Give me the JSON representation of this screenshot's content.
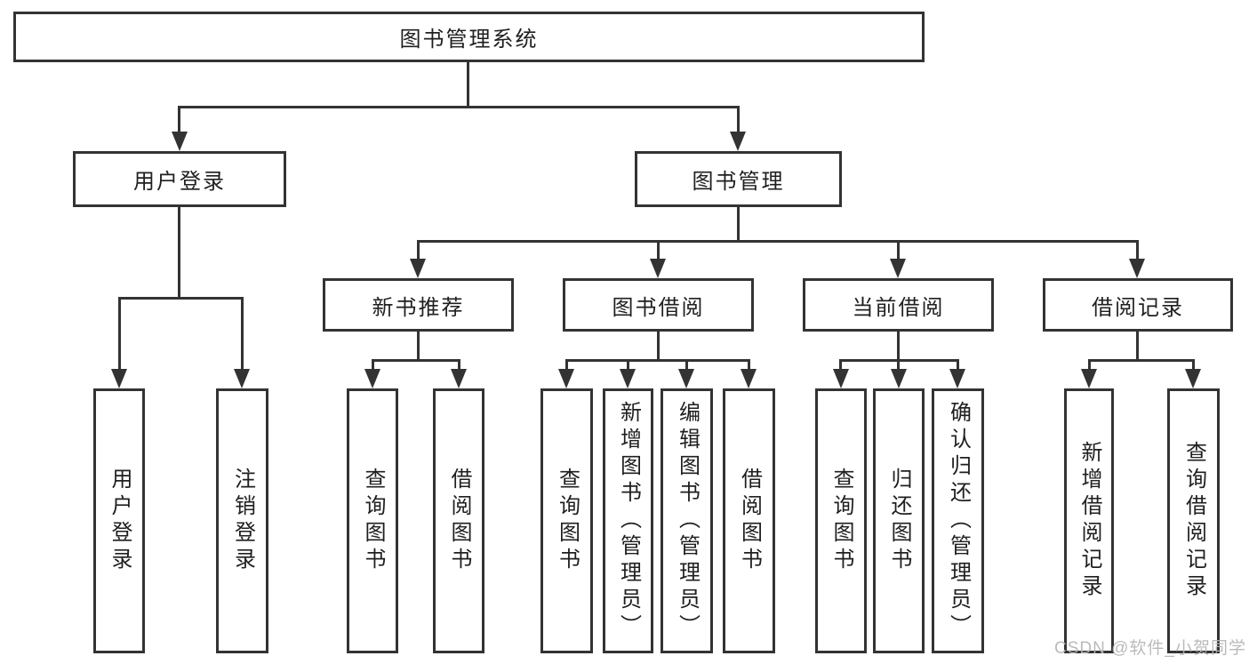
{
  "diagram": {
    "root": {
      "label": "图书管理系统"
    },
    "level2": [
      {
        "id": "user-login",
        "label": "用户登录"
      },
      {
        "id": "book-management",
        "label": "图书管理"
      }
    ],
    "level3": [
      {
        "id": "new-book-recommendation",
        "label": "新书推荐"
      },
      {
        "id": "book-borrowing",
        "label": "图书借阅"
      },
      {
        "id": "current-borrowing",
        "label": "当前借阅"
      },
      {
        "id": "borrowing-records",
        "label": "借阅记录"
      }
    ],
    "leaves": {
      "user_login": [
        "用户登录",
        "注销登录"
      ],
      "new_book": [
        "查询图书",
        "借阅图书"
      ],
      "book_borrow": [
        "查询图书",
        "新增图书（管理员）",
        "编辑图书（管理员）",
        "借阅图书"
      ],
      "current_borrow": [
        "查询图书",
        "归还图书",
        "确认归还（管理员）"
      ],
      "borrow_record": [
        "新增借阅记录",
        "查询借阅记录"
      ]
    },
    "watermark": "CSDN @软件_小贺同学",
    "colors": {
      "line": "#333333",
      "text": "#1f1f1f",
      "background": "#ffffff",
      "watermark": "#b5b5b5"
    }
  }
}
